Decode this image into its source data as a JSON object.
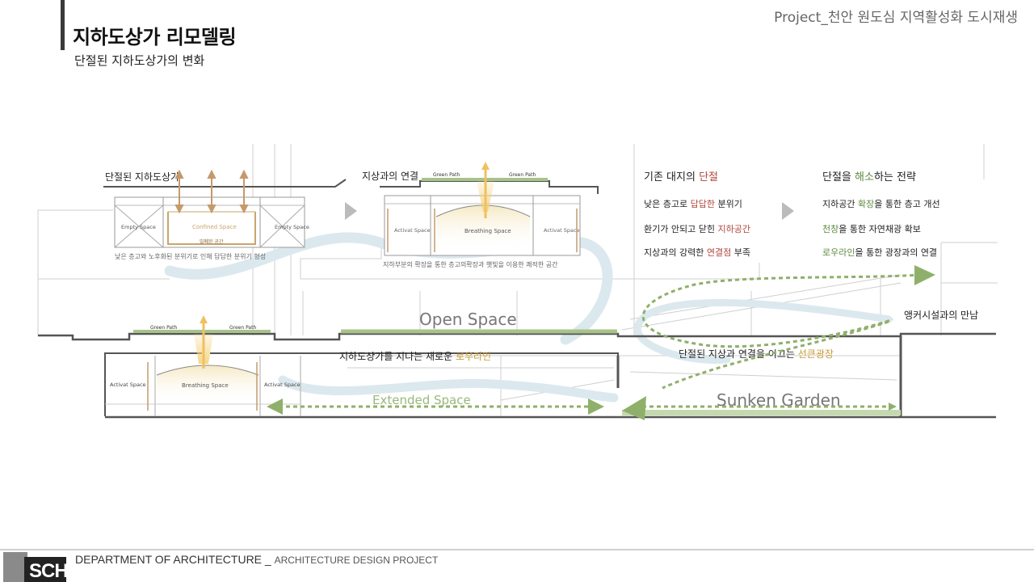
{
  "header": {
    "title": "지하도상가 리모델링",
    "subtitle": "단절된 지하도상가의 변화",
    "project": "Project_천안 원도심 지역활성화 도시재생"
  },
  "diagram": {
    "left_panel": {
      "heading": "단절된 지하도상가",
      "spaces": [
        "Empty Space",
        "Confined Space",
        "Empty Space"
      ],
      "small_label": "밀폐된 공간",
      "caption": "낮은 층고와 노후화된 분위기로 인해 답답한 분위기 형성"
    },
    "middle_panel": {
      "heading": "지상과의 연결",
      "green_paths": [
        "Green Path",
        "Green Path"
      ],
      "spaces": [
        "Activat Space",
        "Breathing Space",
        "Activat Space"
      ],
      "caption": "지하부분의 확장을 통한 층고의확장과 햇빛을 이용한 쾌적한 공간"
    },
    "problems": {
      "heading_pre": "기존 대지의 ",
      "heading_hl": "단절",
      "items": [
        {
          "pre": "낮은 층고로 ",
          "hl": "답답한",
          "post": " 분위기"
        },
        {
          "pre": "환기가 안되고 닫힌 ",
          "hl": "지하공간",
          "post": ""
        },
        {
          "pre": "지상과의 강력한 ",
          "hl": "연결점",
          "post": " 부족"
        }
      ]
    },
    "strategy": {
      "heading_pre": "단절을 ",
      "heading_hl": "해소",
      "heading_post": "하는 전략",
      "items": [
        {
          "pre": "지하공간 ",
          "hl": "확장",
          "post": "을 통한 층고 개선"
        },
        {
          "pre": "",
          "hl": "천창",
          "post": "을 통한 자연채광 확보"
        },
        {
          "pre": "",
          "hl": "로우라인",
          "post": "을 통한 광장과의 연결"
        }
      ]
    },
    "section": {
      "open_space": "Open Space",
      "extended_space": "Extended Space",
      "sunken_garden": "Sunken Garden",
      "anchor": "앵커시설과의 만남",
      "lowline_pre": "지하도상가를 지나는 새로운 ",
      "lowline_hl": "로우라인",
      "plaza_pre": "단절된 지상과 연결을 이끄는 ",
      "plaza_hl": "선큰광장",
      "green_paths": [
        "Green Path",
        "Green Path"
      ],
      "spaces": [
        "Activat Space",
        "Breathing Space",
        "Activat Space"
      ]
    }
  },
  "footer": {
    "logo": "SCH",
    "department": "DEPARTMENT  OF ARCHITECTURE _ ",
    "program": "ARCHITECTURE DESIGN PROJECT"
  },
  "colors": {
    "green": "#8fb06a",
    "red_highlight": "#b0463c",
    "green_highlight": "#5f8a3f",
    "orange_highlight": "#c89a3a",
    "light_blue": "#dbe9ef",
    "sun_yellow": "#f5d27a"
  }
}
